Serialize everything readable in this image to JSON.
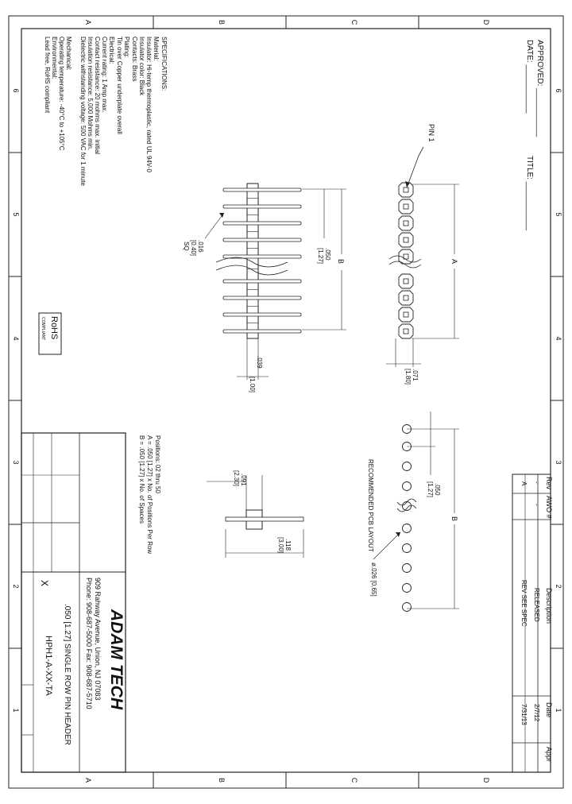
{
  "zone_letters": {
    "top": [
      "A",
      "B",
      "C",
      "D"
    ],
    "bottom": [
      "A",
      "B",
      "C",
      "D"
    ]
  },
  "zone_numbers": {
    "left": [
      "6",
      "5",
      "4",
      "3",
      "2",
      "1"
    ],
    "right": [
      "6",
      "5",
      "4",
      "3",
      "2",
      "1"
    ]
  },
  "approval": {
    "approved": "APPROVED: ___________",
    "date": "DATE: ___________",
    "title": "TITLE: ___________"
  },
  "specifications": {
    "heading": "SPECIFICATIONS:",
    "lines": [
      "Material:",
      "Insulator: Hi-temp thermoplastic, rated UL 94V-0",
      "Insulator color: Black",
      "Contacts: Brass",
      "Plating:",
      "Tin over Copper underplate overall",
      "Electrical:",
      "Current rating: 1 Amp max.",
      "Contact resistance: 20 mohms max. initial",
      "Insulation resistance: 5,000 Mohms min.",
      "Dielectric withstanding voltage: 500 VAC for 1 minute",
      "Mechanical:",
      "Operating temperature: -40°C to +105°C",
      "Environmental:",
      "Lead free, RoHS compliant"
    ]
  },
  "rohs": {
    "big": "RoHS",
    "small": "COMPLIANT"
  },
  "pcb": {
    "pin1": "PIN 1",
    "dim_a": "A",
    "pitch_in": ".071",
    "pitch_mm": "[1.80]"
  },
  "side_view": {
    "dim_b": "B",
    "pitch_in": ".050",
    "pitch_mm": "[1.27]",
    "post_in": ".016",
    "post_mm": "[0.40]",
    "post_shape": "SQ",
    "thick_in": ".039",
    "thick_mm": "[1.00]"
  },
  "positions_note": [
    "Positions: 02 thru 50",
    "A = .050 [1.27] x No. of Positions Per Row",
    "B = .050 [1.27] x No. of Spaces"
  ],
  "end_view": {
    "w_in": ".091",
    "w_mm": "[2.30]",
    "h_in": ".118",
    "h_mm": "[3.00]"
  },
  "layout": {
    "caption": "RECOMMENDED PCB LAYOUT",
    "pitch_in": ".050",
    "pitch_mm": "[1.27]",
    "dim_b": "B",
    "hole": "ø.026 [0.65]"
  },
  "revision_table": {
    "headers": [
      "Rev",
      "AWO #",
      "Description",
      "Date",
      "Appr"
    ],
    "rows": [
      {
        "rev": "-",
        "awo": "-",
        "desc": "RELEASED",
        "date": "2/7/12",
        "appr": ""
      },
      {
        "rev": "A",
        "awo": "",
        "desc": "REV SEE SPEC",
        "date": "7/31/13",
        "appr": ""
      }
    ]
  },
  "title_block": {
    "company": "ADAM TECH",
    "address": "909 Rahway Avenue, Union, NJ 07083",
    "phone": "Phone: 908-687-5000  Fax: 908-687-5710",
    "description": ".050 [1.27] SINGLE ROW PIN HEADER",
    "part_number": "HPH1-A-XX-TA",
    "mark": "X"
  }
}
